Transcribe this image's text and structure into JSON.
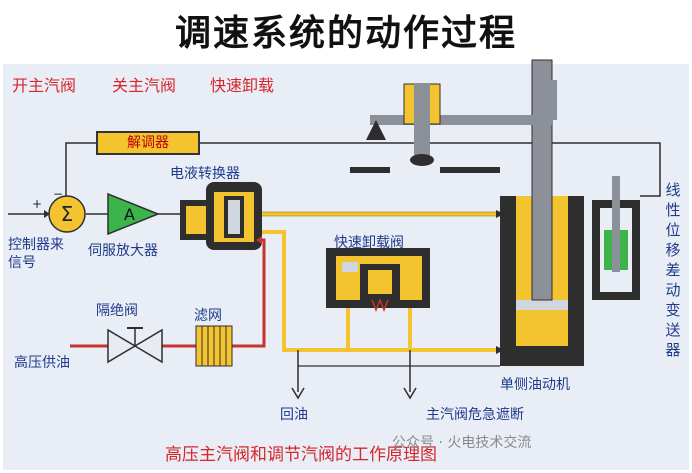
{
  "title": "调速系统的动作过程",
  "tabs": [
    "开主汽阀",
    "关主汽阀",
    "快速卸载"
  ],
  "labels": {
    "demodulator": "解调器",
    "eh_converter": "电液转换器",
    "fast_unload_valve": "快速卸载阀",
    "servo_amp": "伺服放大器",
    "control_signal": "控制器来信号",
    "isolation_valve": "隔绝阀",
    "filter": "滤网",
    "hp_oil": "高压供油",
    "return_oil": "回油",
    "trip": "主汽阀危急遮断",
    "actuator": "单侧油动机",
    "lvdt": "线性位移差动变送器",
    "sigma": "Σ",
    "amp_a": "A",
    "plus": "+",
    "minus": "−"
  },
  "caption": "高压主汽阀和调节汽阀的工作原理图",
  "watermark": "公众号 · 火电技术交流",
  "colors": {
    "title": "#111111",
    "accent_red": "#d6262b",
    "label_blue": "#1f3a8a",
    "oil_yellow": "#f4c430",
    "pipe_red": "#c8342b",
    "amp_green": "#3cb44b",
    "body_dark": "#2e2e2e",
    "panel_bg": "#e9eef6"
  }
}
